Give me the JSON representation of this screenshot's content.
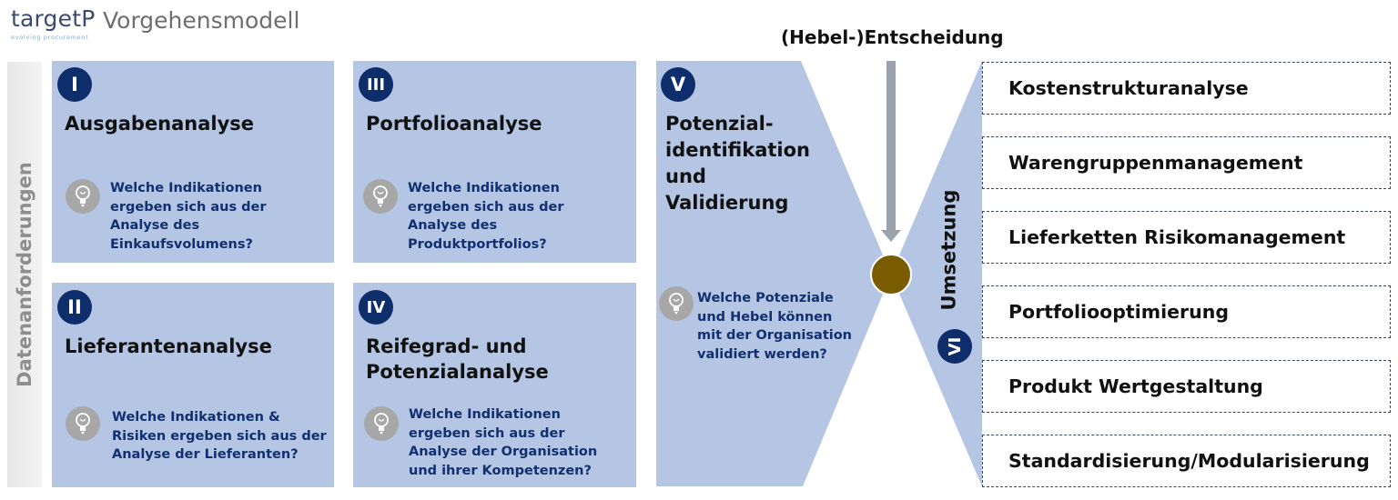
{
  "header": {
    "logo_text": "targetP",
    "logo_tagline": "evolving procurement",
    "title": "Vorgehensmodell"
  },
  "side_band": {
    "label": "Datenanforderungen"
  },
  "phases": [
    {
      "numeral": "I",
      "title": "Ausgabenanalyse",
      "question": "Welche Indikationen ergeben sich aus der Analyse des Einkaufsvolumens?"
    },
    {
      "numeral": "II",
      "title": "Lieferantenanalyse",
      "question": "Welche Indikationen & Risiken ergeben sich aus der Analyse der Lieferanten?"
    },
    {
      "numeral": "III",
      "title": "Portfolioanalyse",
      "question": "Welche Indikationen ergeben sich aus der Analyse des Produktportfolios?"
    },
    {
      "numeral": "IV",
      "title": "Reifegrad- und Potenzialanalyse",
      "question": "Welche Indikationen ergeben sich aus der Analyse der Organisation und ihrer Kompetenzen?"
    },
    {
      "numeral": "V",
      "title": "Potenzial-identifikation und Validierung",
      "question": "Welche Potenziale und Hebel können mit der Organisation validiert werden?"
    }
  ],
  "decision": {
    "label": "(Hebel-)Entscheidung"
  },
  "implementation": {
    "numeral": "VI",
    "label": "Umsetzung",
    "measures": [
      "Kostenstrukturanalyse",
      "Warengruppenmanagement",
      "Lieferketten Risikomanagement",
      "Portfoliooptimierung",
      "Produkt Wertgestaltung",
      "Standardisierung/Modularisierung"
    ]
  },
  "colors": {
    "card_fill": "#b4c6e4",
    "badge_fill": "#0e2d6b",
    "question_text": "#12306f",
    "decision_dot": "#7a5c00",
    "arrow": "#9aa3ad",
    "dashed_border": "#3b4766"
  }
}
